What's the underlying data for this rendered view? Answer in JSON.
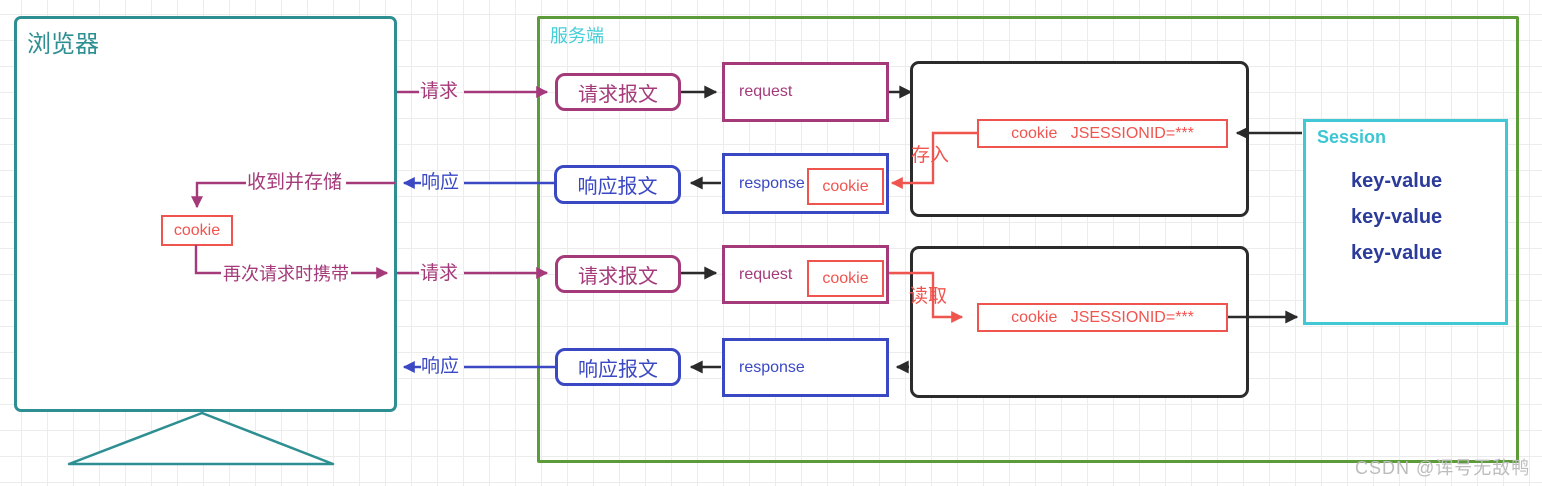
{
  "browser": {
    "title": "浏览器",
    "cookie_label": "cookie"
  },
  "server": {
    "title": "服务端",
    "request_message": "请求报文",
    "response_message": "响应报文",
    "request": "request",
    "response": "response",
    "cookie": "cookie",
    "session_cookie": "cookie   JSESSIONID=***",
    "store_label": "存入",
    "read_label": "读取",
    "session": {
      "title": "Session",
      "entries": [
        "key-value",
        "key-value",
        "key-value"
      ]
    }
  },
  "flow": {
    "request": "请求",
    "response": "响应",
    "receive_store": "收到并存储",
    "resend_carry": "再次请求时携带"
  },
  "colors": {
    "browser_border": "#2e8f92",
    "server_border": "#5b9b38",
    "magenta": "#a43a7a",
    "blue": "#3a48c4",
    "red": "#f0544f",
    "cyan": "#41c8d4",
    "navy": "#2b3b9a",
    "black": "#2b2b2b"
  },
  "watermark": "CSDN @诨号无敌鸭"
}
